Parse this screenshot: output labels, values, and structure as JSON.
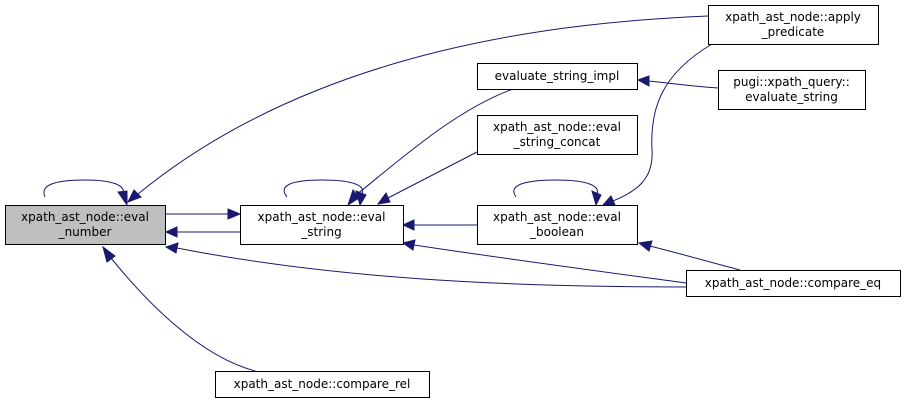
{
  "colors": {
    "edge": "#191970",
    "node_fill": "#ffffff",
    "highlight_fill": "#bfbfbf",
    "node_border": "#000000"
  },
  "nodes": {
    "eval_number": {
      "lines": [
        "xpath_ast_node::eval",
        "_number"
      ],
      "highlighted": true
    },
    "eval_string": {
      "lines": [
        "xpath_ast_node::eval",
        "_string"
      ]
    },
    "evaluate_string_impl": {
      "lines": [
        "evaluate_string_impl"
      ]
    },
    "eval_string_concat": {
      "lines": [
        "xpath_ast_node::eval",
        "_string_concat"
      ]
    },
    "eval_boolean": {
      "lines": [
        "xpath_ast_node::eval",
        "_boolean"
      ]
    },
    "apply_predicate": {
      "lines": [
        "xpath_ast_node::apply",
        "_predicate"
      ]
    },
    "query_evaluate_string": {
      "lines": [
        "pugi::xpath_query::",
        "evaluate_string"
      ]
    },
    "compare_eq": {
      "lines": [
        "xpath_ast_node::compare_eq"
      ]
    },
    "compare_rel": {
      "lines": [
        "xpath_ast_node::compare_rel"
      ]
    }
  },
  "edges": [
    {
      "from": "eval_number",
      "to": "eval_number"
    },
    {
      "from": "eval_number",
      "to": "eval_string"
    },
    {
      "from": "eval_string",
      "to": "eval_number"
    },
    {
      "from": "apply_predicate",
      "to": "eval_number"
    },
    {
      "from": "compare_eq",
      "to": "eval_number"
    },
    {
      "from": "compare_rel",
      "to": "eval_number"
    },
    {
      "from": "eval_string",
      "to": "eval_string"
    },
    {
      "from": "evaluate_string_impl",
      "to": "eval_string"
    },
    {
      "from": "eval_string_concat",
      "to": "eval_string"
    },
    {
      "from": "eval_boolean",
      "to": "eval_string"
    },
    {
      "from": "compare_eq",
      "to": "eval_string"
    },
    {
      "from": "query_evaluate_string",
      "to": "evaluate_string_impl"
    },
    {
      "from": "eval_boolean",
      "to": "eval_boolean"
    },
    {
      "from": "apply_predicate",
      "to": "eval_boolean"
    },
    {
      "from": "compare_eq",
      "to": "eval_boolean"
    }
  ]
}
